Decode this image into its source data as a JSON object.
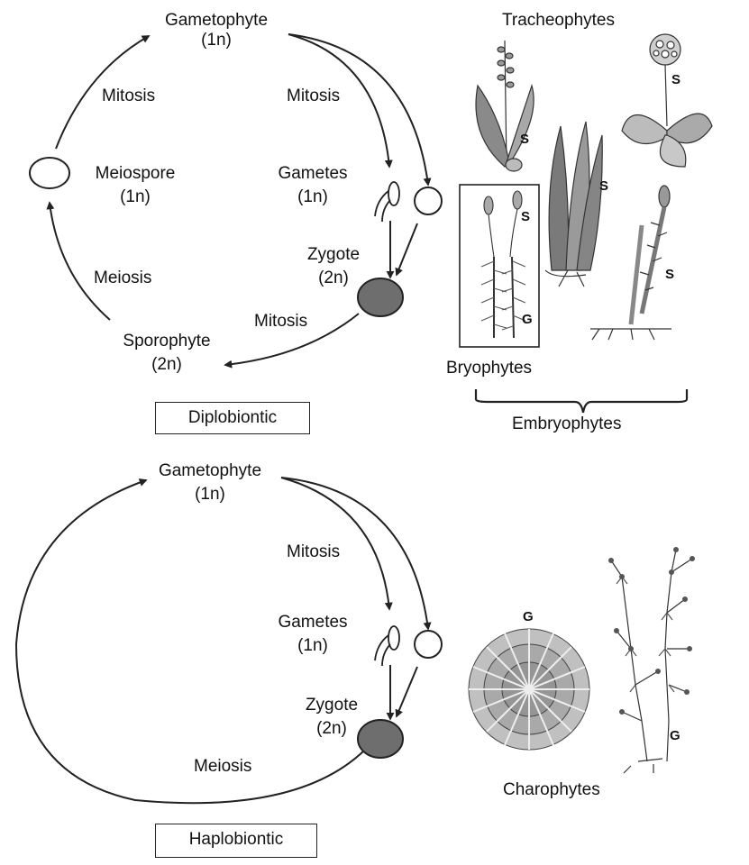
{
  "diplobiontic": {
    "gametophyte": {
      "name": "Gametophyte",
      "ploidy": "(1n)"
    },
    "meiospore": {
      "name": "Meiospore",
      "ploidy": "(1n)"
    },
    "gametes": {
      "name": "Gametes",
      "ploidy": "(1n)"
    },
    "zygote": {
      "name": "Zygote",
      "ploidy": "(2n)"
    },
    "sporophyte": {
      "name": "Sporophyte",
      "ploidy": "(2n)"
    },
    "mitosis_left": "Mitosis",
    "mitosis_right": "Mitosis",
    "meiosis": "Meiosis",
    "mitosis_bottom": "Mitosis",
    "box_label": "Diplobiontic"
  },
  "haplobiontic": {
    "gametophyte": {
      "name": "Gametophyte",
      "ploidy": "(1n)"
    },
    "gametes": {
      "name": "Gametes",
      "ploidy": "(1n)"
    },
    "zygote": {
      "name": "Zygote",
      "ploidy": "(2n)"
    },
    "mitosis": "Mitosis",
    "meiosis": "Meiosis",
    "box_label": "Haplobiontic"
  },
  "plants": {
    "tracheophytes": "Tracheophytes",
    "bryophytes": "Bryophytes",
    "embryophytes": "Embryophytes",
    "charophytes": "Charophytes",
    "s_marker": "S",
    "g_marker": "G"
  },
  "colors": {
    "zygote_fill": "#6e6e6e",
    "ink": "#222222",
    "plant_fill": "#8a8a8a",
    "plant_light": "#c8c8c8"
  }
}
